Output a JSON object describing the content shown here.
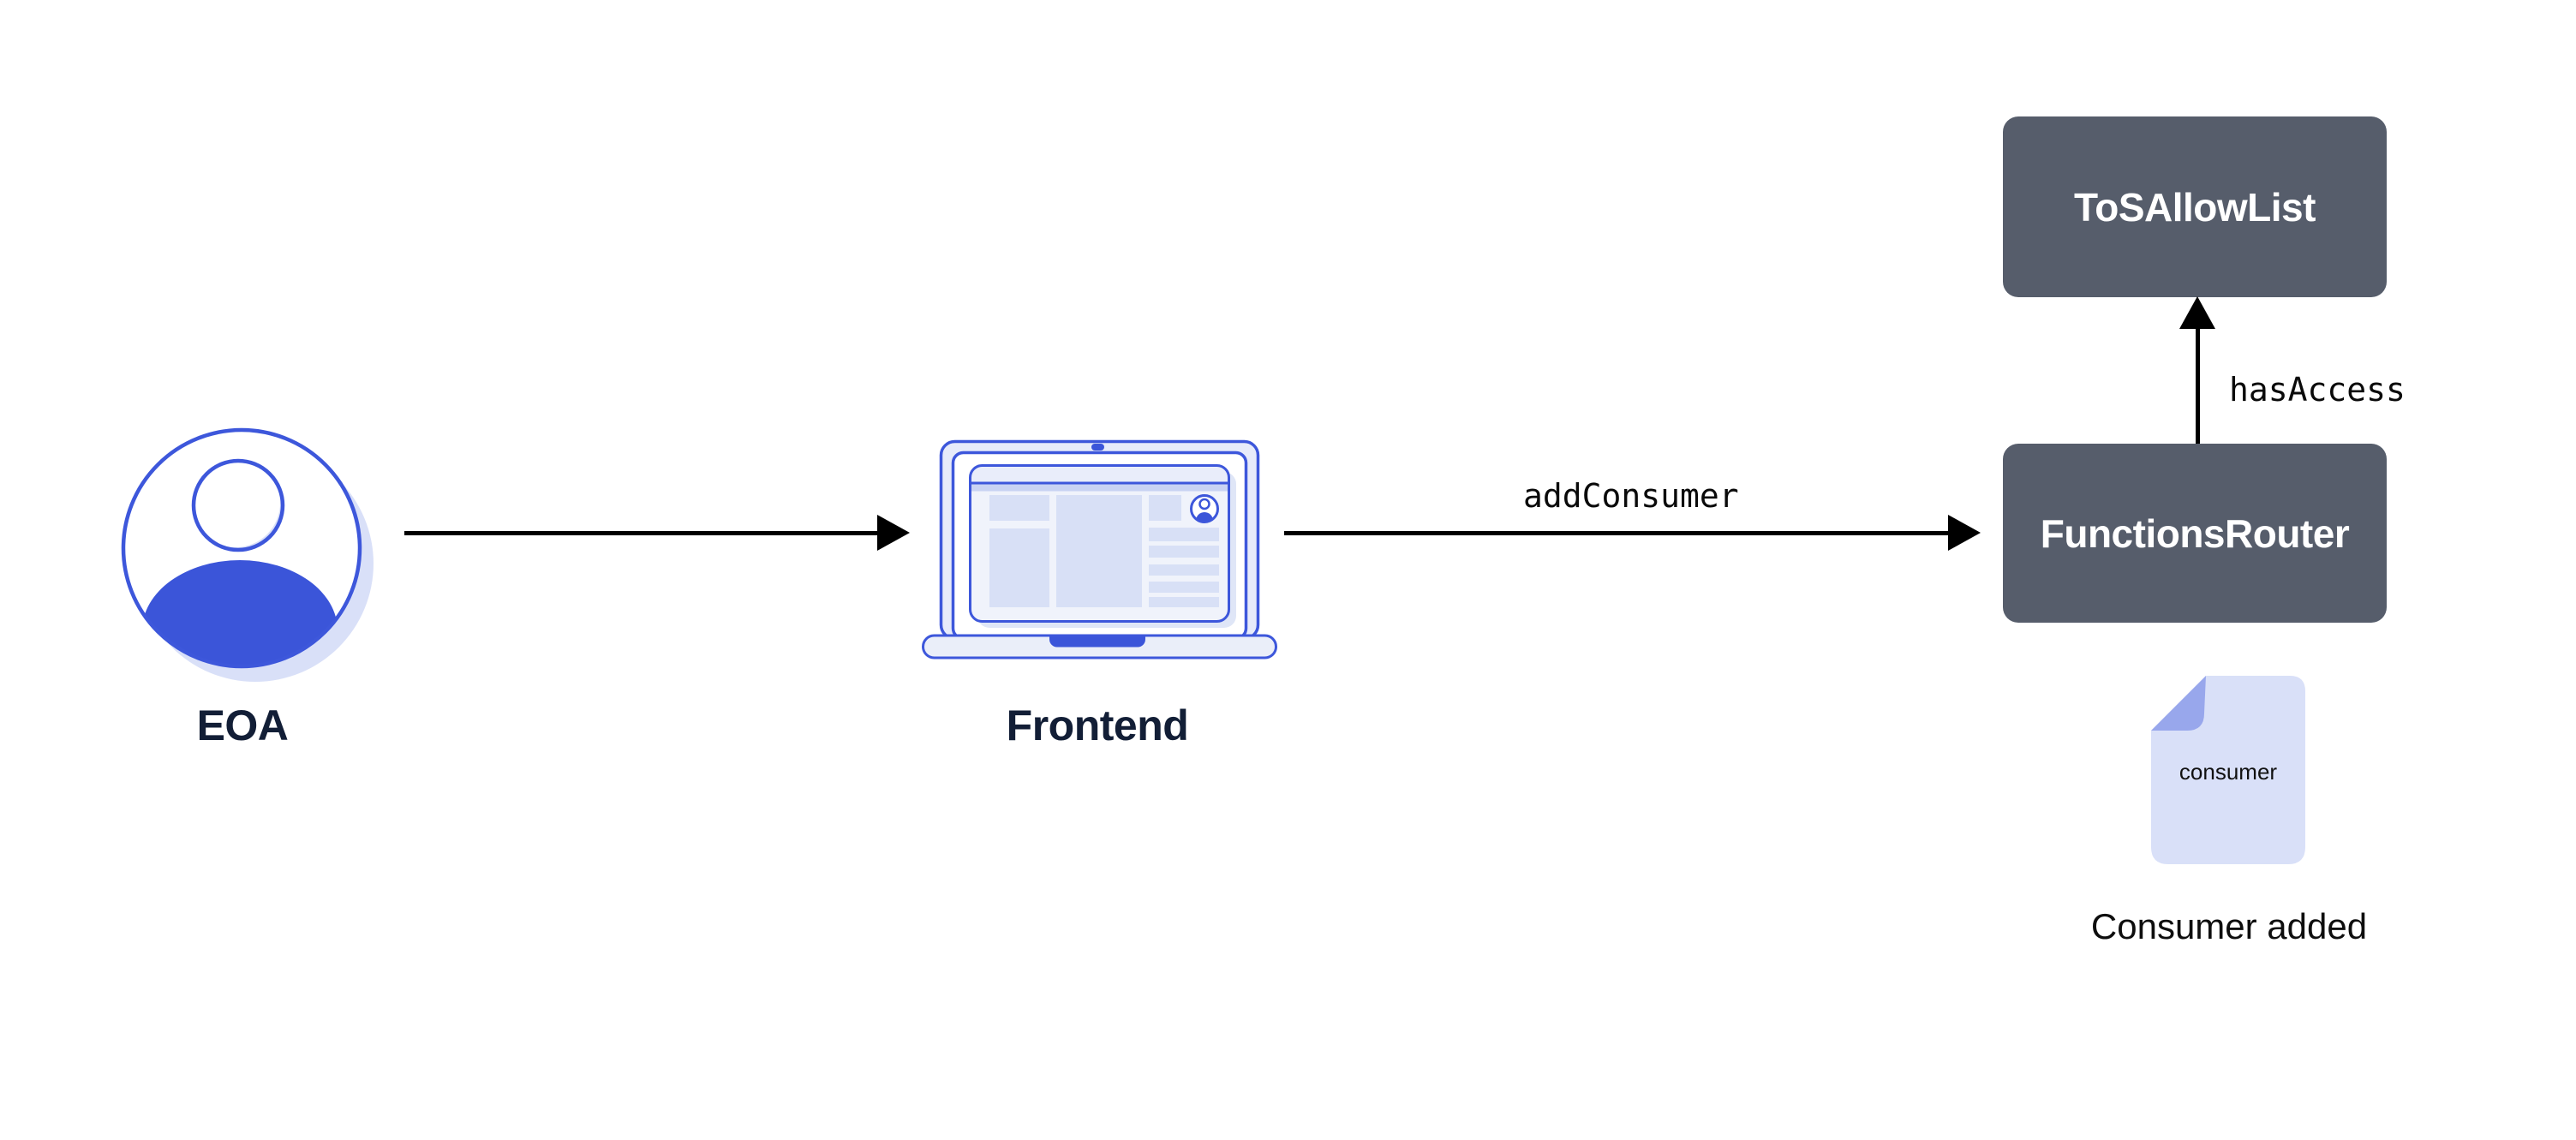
{
  "palette": {
    "accent_blue": "#3D57DB",
    "solid_blue": "#3B55D9",
    "light_lavender": "#D9E0F8",
    "doc_fold": "#98A7EC",
    "box_fill": "#565D6B",
    "box_text": "#FFFFFF",
    "heading_text": "#121E36",
    "code_text": "#0A0A0A",
    "arrow_color": "#000000"
  },
  "nodes": {
    "eoa": {
      "label": "EOA",
      "icon": "user-avatar-icon"
    },
    "frontend": {
      "label": "Frontend",
      "icon": "laptop-icon"
    },
    "tos_allow_list": {
      "label": "ToSAllowList"
    },
    "functions_router": {
      "label": "FunctionsRouter"
    },
    "consumer_doc": {
      "doc_text": "consumer",
      "caption": "Consumer added",
      "icon": "document-icon"
    }
  },
  "edges": [
    {
      "from": "EOA",
      "to": "Frontend",
      "label": ""
    },
    {
      "from": "Frontend",
      "to": "FunctionsRouter",
      "label": "addConsumer"
    },
    {
      "from": "FunctionsRouter",
      "to": "ToSAllowList",
      "label": "hasAccess"
    }
  ]
}
